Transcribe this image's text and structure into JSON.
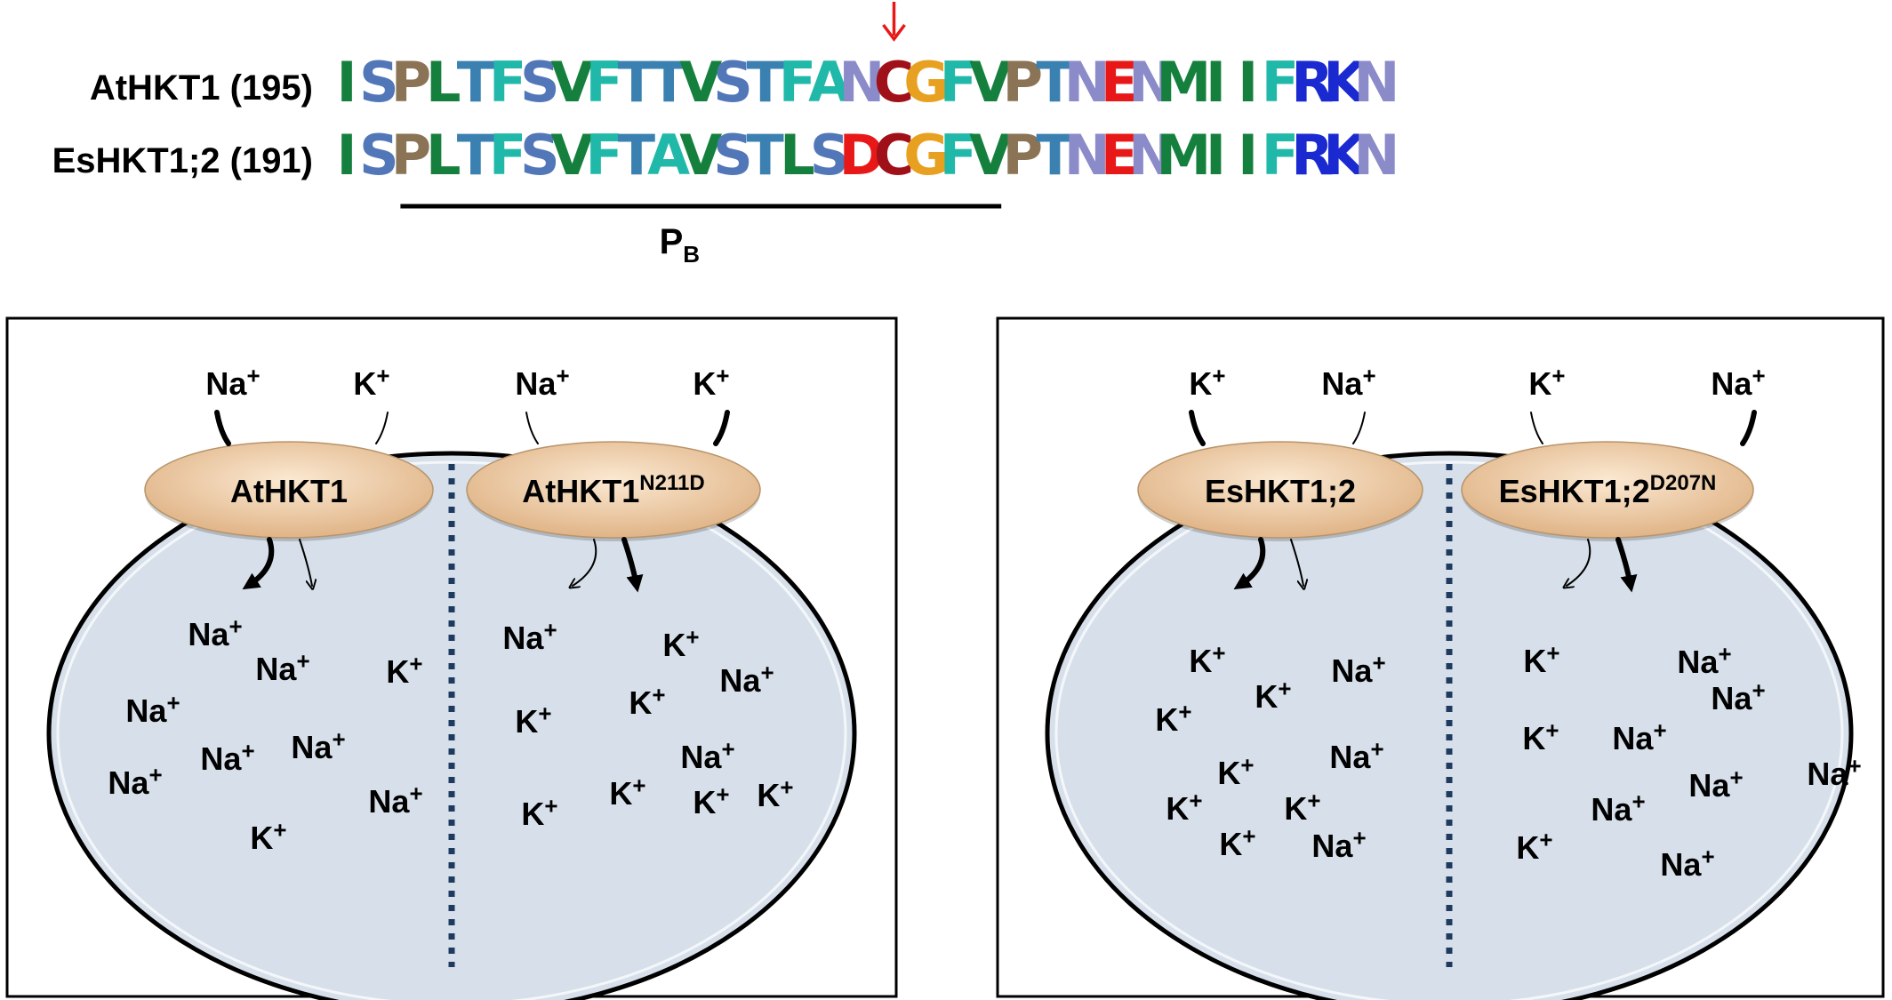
{
  "alignment": {
    "rows": [
      {
        "label": "AtHKT1 (195)",
        "sequence": "ISPLTFSVFTTVSTFANCGFVPTNENMIIFRKN"
      },
      {
        "label": "EsHKT1;2 (191)",
        "sequence": "ISPLTFSVFTAVSTLSDCGFVPTNENMIIFRKN"
      }
    ],
    "region_label_main": "P",
    "region_label_sub": "B",
    "region_start_index": 2,
    "region_end_index": 20,
    "arrow_index": 17,
    "residue_colors": {
      "I": "#15803d",
      "S": "#5277b8",
      "P": "#8b7355",
      "L": "#15803d",
      "T": "#3a80b0",
      "F": "#20b8a8",
      "V": "#15803d",
      "A": "#20b8a8",
      "N": "#8a8bc8",
      "D": "#e81818",
      "C": "#a01018",
      "G": "#e8a020",
      "E": "#e81818",
      "M": "#15803d",
      "R": "#1a2ad0",
      "K": "#1a2ad0"
    },
    "arrow_color": "#e81818"
  },
  "panels": [
    {
      "transporters": [
        {
          "name": "AtHKT1",
          "sup": "",
          "outside": [
            {
              "ion": "Na",
              "bold": true
            },
            {
              "ion": "K",
              "bold": false
            }
          ],
          "inside_bold": "left"
        },
        {
          "name": "AtHKT1",
          "sup": "N211D",
          "outside": [
            {
              "ion": "Na",
              "bold": false
            },
            {
              "ion": "K",
              "bold": true
            }
          ],
          "inside_bold": "right"
        }
      ],
      "cell_ions": [
        {
          "ion": "Na"
        },
        {
          "ion": "Na"
        },
        {
          "ion": "K"
        },
        {
          "ion": "Na"
        },
        {
          "ion": "Na"
        },
        {
          "ion": "Na"
        },
        {
          "ion": "Na"
        },
        {
          "ion": "K"
        },
        {
          "ion": "Na"
        },
        {
          "ion": "Na"
        },
        {
          "ion": "K"
        },
        {
          "ion": "K"
        },
        {
          "ion": "K"
        },
        {
          "ion": "Na"
        },
        {
          "ion": "K"
        },
        {
          "ion": "Na"
        },
        {
          "ion": "K"
        },
        {
          "ion": "K"
        },
        {
          "ion": "K"
        }
      ]
    },
    {
      "transporters": [
        {
          "name": "EsHKT1;2",
          "sup": "",
          "outside": [
            {
              "ion": "K",
              "bold": true
            },
            {
              "ion": "Na",
              "bold": false
            }
          ],
          "inside_bold": "left"
        },
        {
          "name": "EsHKT1;2",
          "sup": "D207N",
          "outside": [
            {
              "ion": "K",
              "bold": false
            },
            {
              "ion": "Na",
              "bold": true
            }
          ],
          "inside_bold": "right"
        }
      ],
      "cell_ions": [
        {
          "ion": "K"
        },
        {
          "ion": "K"
        },
        {
          "ion": "Na"
        },
        {
          "ion": "K"
        },
        {
          "ion": "K"
        },
        {
          "ion": "Na"
        },
        {
          "ion": "K"
        },
        {
          "ion": "K"
        },
        {
          "ion": "K"
        },
        {
          "ion": "Na"
        },
        {
          "ion": "K"
        },
        {
          "ion": "Na"
        },
        {
          "ion": "Na"
        },
        {
          "ion": "K"
        },
        {
          "ion": "Na"
        },
        {
          "ion": "Na"
        },
        {
          "ion": "Na"
        },
        {
          "ion": "Na"
        },
        {
          "ion": "K"
        },
        {
          "ion": "Na"
        }
      ]
    }
  ],
  "ion_charge": "+",
  "colors": {
    "cell_fill": "#d7e0ea",
    "cell_stroke": "#000000",
    "transporter_fill_light": "#fbe9d2",
    "transporter_fill_dark": "#e0b487",
    "divider": "#1f3a5f"
  }
}
